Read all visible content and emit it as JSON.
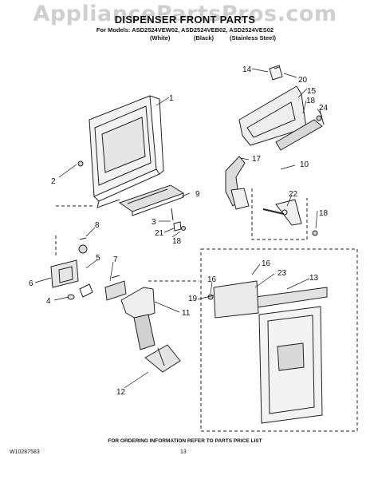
{
  "watermark": "AppliancePartsPros.com",
  "header": {
    "title": "DISPENSER FRONT PARTS",
    "models_line": "For Models: ASD2524VEW02, ASD2524VEB02, ASD2524VES02",
    "variants": [
      "(White)",
      "(Black)",
      "(Stainless Steel)"
    ]
  },
  "callouts": [
    "1",
    "2",
    "3",
    "4",
    "5",
    "6",
    "7",
    "8",
    "9",
    "10",
    "11",
    "12",
    "13",
    "14",
    "15",
    "16",
    "16",
    "17",
    "18",
    "18",
    "18",
    "19",
    "20",
    "21",
    "22",
    "23",
    "24"
  ],
  "footer": {
    "ordering_note": "FOR ORDERING INFORMATION REFER TO PARTS PRICE LIST",
    "doc_number": "W10287583",
    "page_number": "13"
  }
}
